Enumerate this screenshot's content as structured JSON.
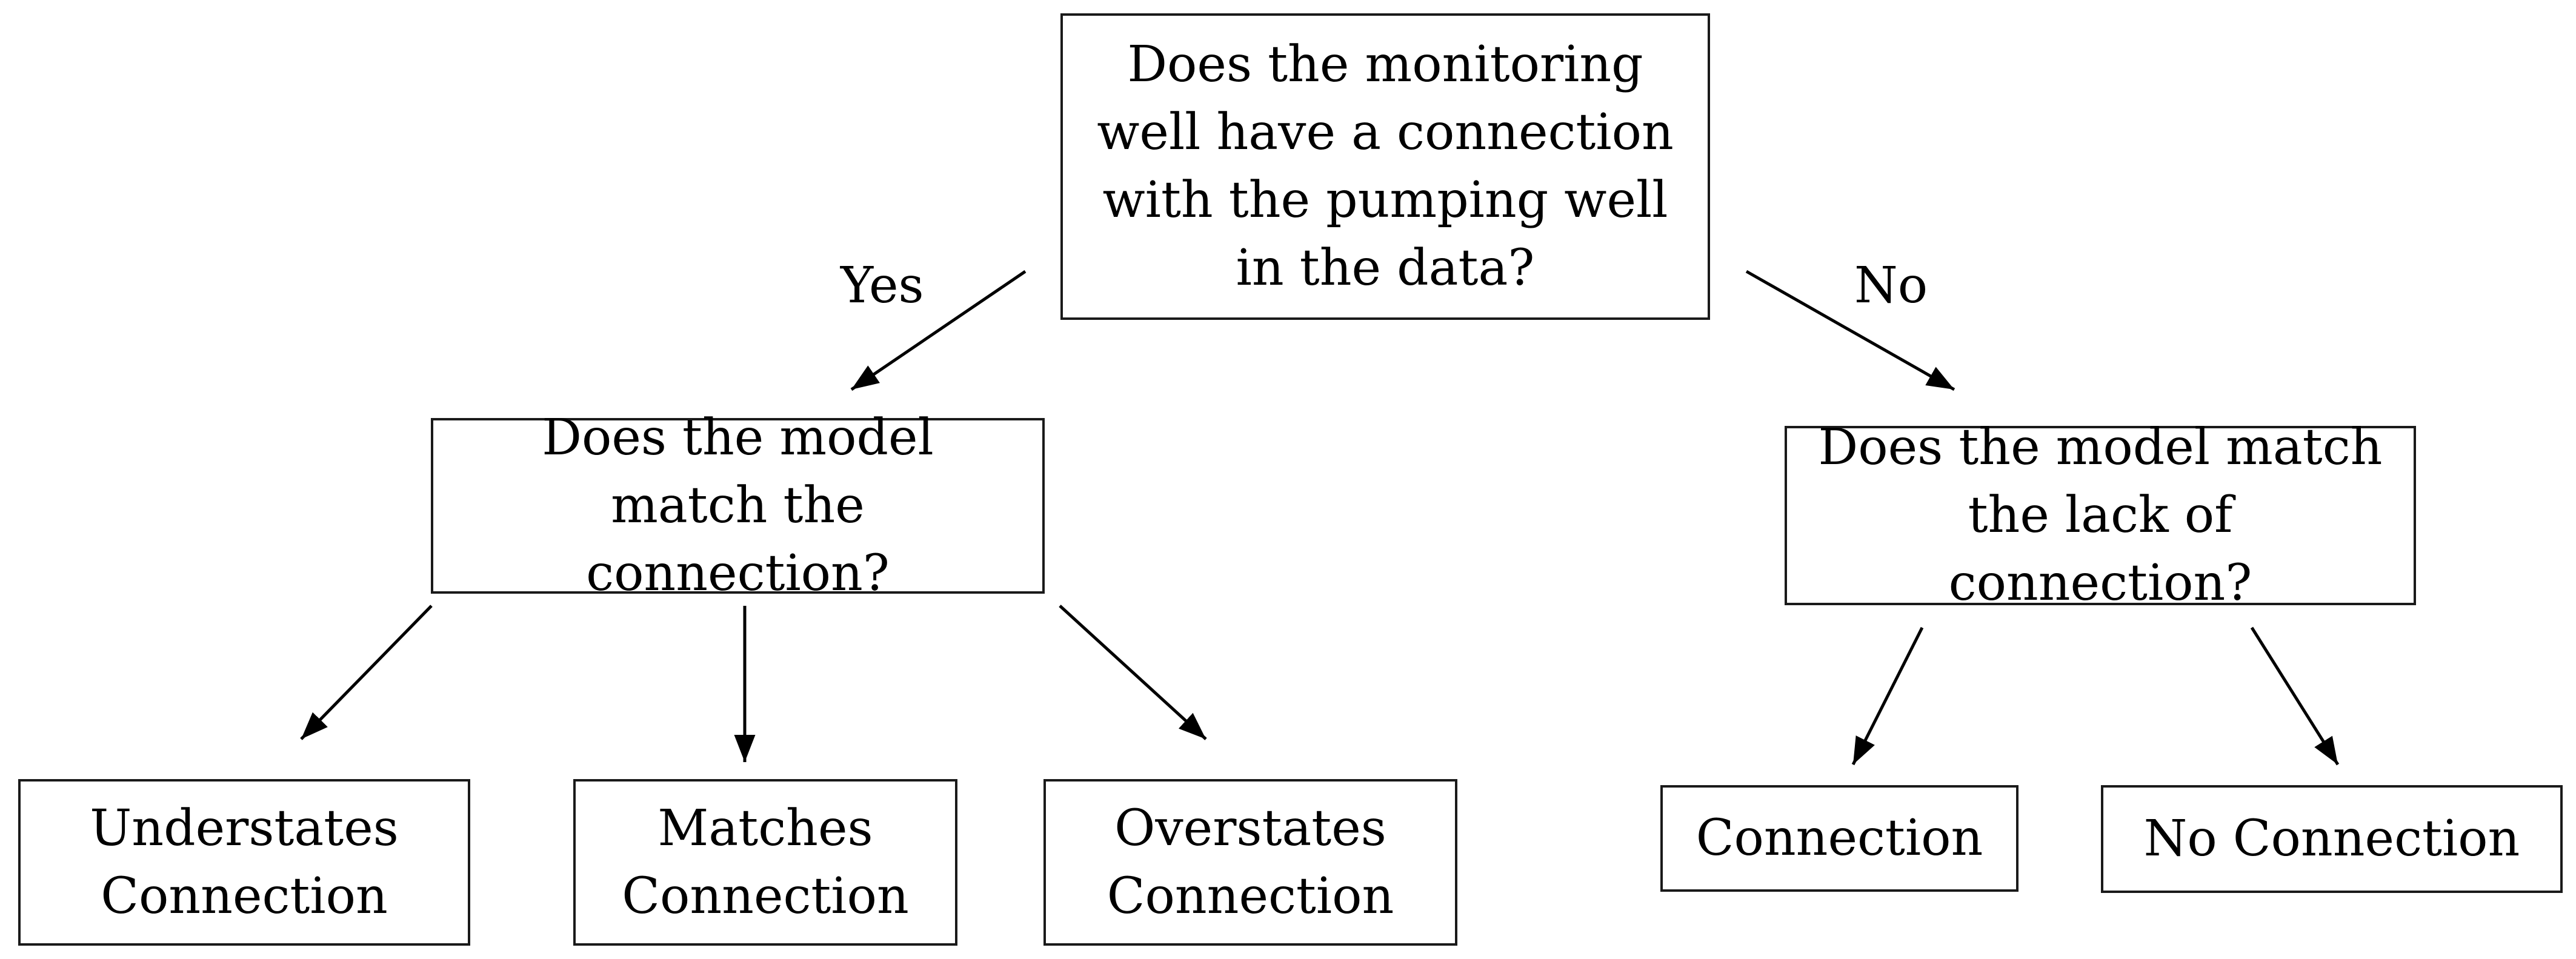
{
  "diagram": {
    "nodes": {
      "root": "Does the monitoring well have a connection with the pumping well in the data?",
      "yes_question": "Does the model match the connection?",
      "no_question": "Does the model match the lack of connection?",
      "understates": "Understates Connection",
      "matches": "Matches Connection",
      "overstates": "Overstates Connection",
      "connection": "Connection",
      "no_connection": "No Connection"
    },
    "edge_labels": {
      "yes": "Yes",
      "no": "No"
    },
    "edges": [
      {
        "from": "root",
        "to": "yes_question",
        "label": "Yes"
      },
      {
        "from": "root",
        "to": "no_question",
        "label": "No"
      },
      {
        "from": "yes_question",
        "to": "understates"
      },
      {
        "from": "yes_question",
        "to": "matches"
      },
      {
        "from": "yes_question",
        "to": "overstates"
      },
      {
        "from": "no_question",
        "to": "connection"
      },
      {
        "from": "no_question",
        "to": "no_connection"
      }
    ],
    "colors": {
      "stroke": "#1a1a1a",
      "background": "#ffffff"
    }
  }
}
